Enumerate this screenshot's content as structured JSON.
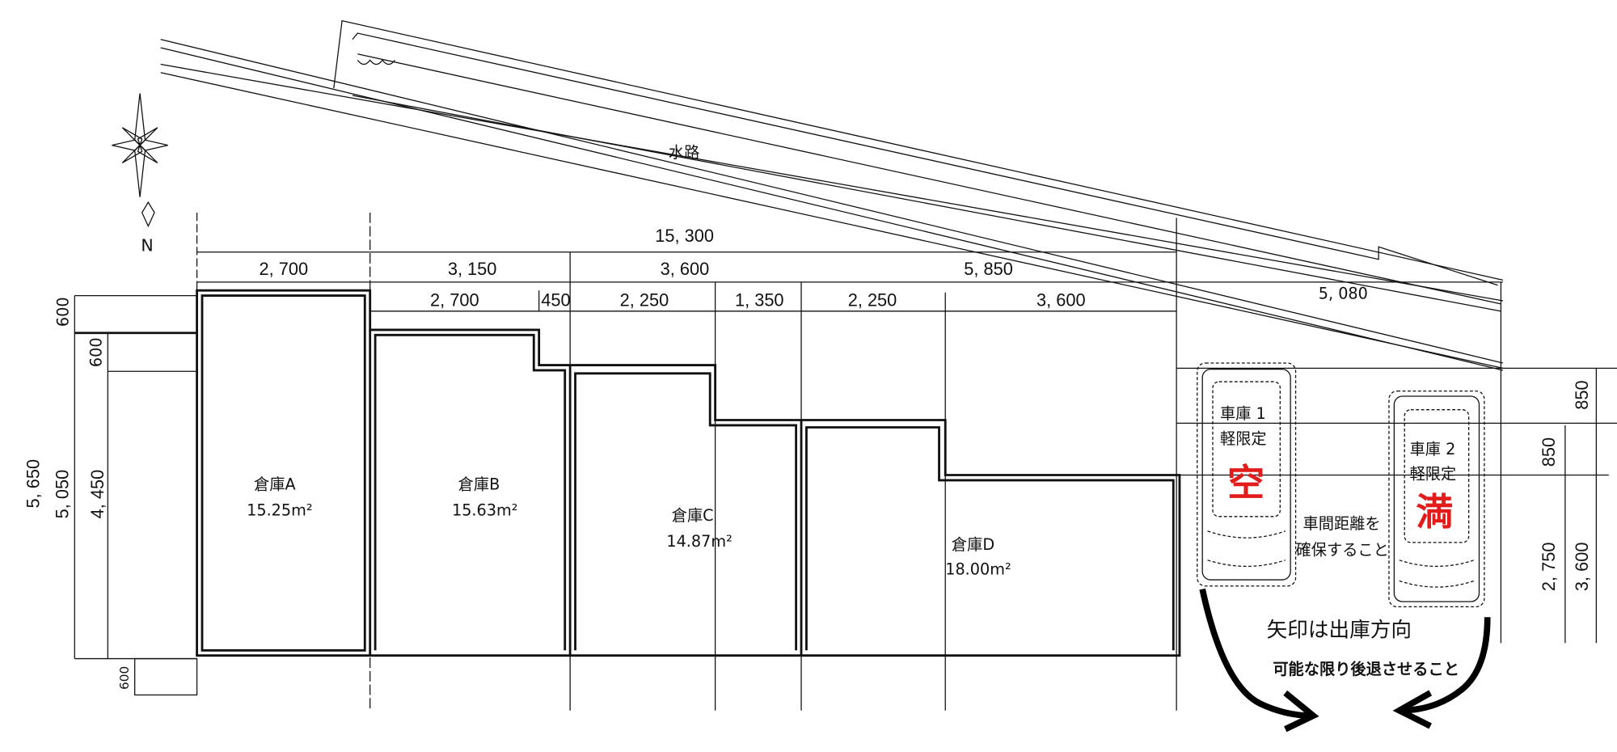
{
  "waterway_label": "水路",
  "north_label": "N",
  "dimensions": {
    "overall_width": "15, 300",
    "row1": [
      "2, 700",
      "3, 150",
      "3, 600",
      "5, 850"
    ],
    "row2": [
      "2, 700",
      "450",
      "2, 250",
      "1, 350",
      "2, 250",
      "3, 600"
    ],
    "right_top": "5, 080",
    "left": [
      "5, 650",
      "5, 050",
      "4, 450",
      "600",
      "600",
      "600"
    ],
    "right": [
      "850",
      "850",
      "2, 750",
      "3, 600"
    ]
  },
  "warehouses": [
    {
      "name": "倉庫A",
      "area": "15.25m²"
    },
    {
      "name": "倉庫B",
      "area": "15.63m²"
    },
    {
      "name": "倉庫C",
      "area": "14.87m²"
    },
    {
      "name": "倉庫D",
      "area": "18.00m²"
    }
  ],
  "garages": [
    {
      "name": "車庫 1",
      "restriction": "軽限定",
      "status": "空"
    },
    {
      "name": "車庫 2",
      "restriction": "軽限定",
      "status": "満"
    }
  ],
  "notes": {
    "spacing_line1": "車間距離を",
    "spacing_line2": "確保すること",
    "arrow_meaning": "矢印は出庫方向",
    "reverse_note": "可能な限り後退させること"
  },
  "colors": {
    "status": "#e21b1b"
  }
}
